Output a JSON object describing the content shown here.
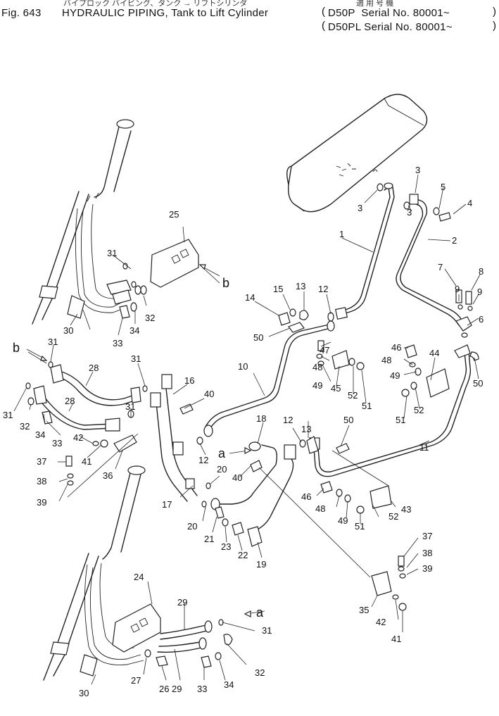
{
  "header": {
    "japanese_title": "バイプロック バイビング、タンク → リフトシリンダ",
    "japanese_applicability": "適 用 号 機",
    "figure_label": "Fig. 643",
    "title": "HYDRAULIC PIPING, Tank to Lift Cylinder",
    "serials": [
      "D50P  Serial No. 80001~",
      "D50PL Serial No. 80001~"
    ]
  },
  "callouts": {
    "n1": "1",
    "n2": "2",
    "n3a": "3",
    "n3b": "3",
    "n3c": "3",
    "n4": "4",
    "n5": "5",
    "n6": "6",
    "n7": "7",
    "n8": "8",
    "n9a": "9",
    "n9b": "9",
    "n10": "10",
    "n11": "11",
    "n12a": "12",
    "n12b": "12",
    "n12c": "12",
    "n13a": "13",
    "n13b": "13",
    "n14": "14",
    "n15": "15",
    "n16": "16",
    "n17": "17",
    "n18": "18",
    "n19": "19",
    "n20a": "20",
    "n20b": "20",
    "n21": "21",
    "n22": "22",
    "n23": "23",
    "n24": "24",
    "n25": "25",
    "n26": "26",
    "n27": "27",
    "n28a": "28",
    "n28b": "28",
    "n29a": "29",
    "n29b": "29",
    "n30a": "30",
    "n30b": "30",
    "n31a": "31",
    "n31b": "31",
    "n31c": "31",
    "n31d": "31",
    "n31e": "31",
    "n31f": "31",
    "n32a": "32",
    "n32b": "32",
    "n32c": "32",
    "n33a": "33",
    "n33b": "33",
    "n33c": "33",
    "n34a": "34",
    "n34b": "34",
    "n34c": "34",
    "n35": "35",
    "n36": "36",
    "n37a": "37",
    "n37b": "37",
    "n38a": "38",
    "n38b": "38",
    "n39a": "39",
    "n39b": "39",
    "n40a": "40",
    "n40b": "40",
    "n41a": "41",
    "n41b": "41",
    "n42a": "42",
    "n42b": "42",
    "n43": "43",
    "n44": "44",
    "n45": "45",
    "n46a": "46",
    "n46b": "46",
    "n47": "47",
    "n48a": "48",
    "n48b": "48",
    "n48c": "48",
    "n49a": "49",
    "n49b": "49",
    "n49c": "49",
    "n50a": "50",
    "n50b": "50",
    "n50c": "50",
    "n51a": "51",
    "n51b": "51",
    "n51c": "51",
    "n52a": "52",
    "n52b": "52",
    "n52c": "52"
  },
  "view_arrows": {
    "a_top": "a",
    "a_bottom": "a",
    "b_top": "b",
    "b_left": "b"
  }
}
